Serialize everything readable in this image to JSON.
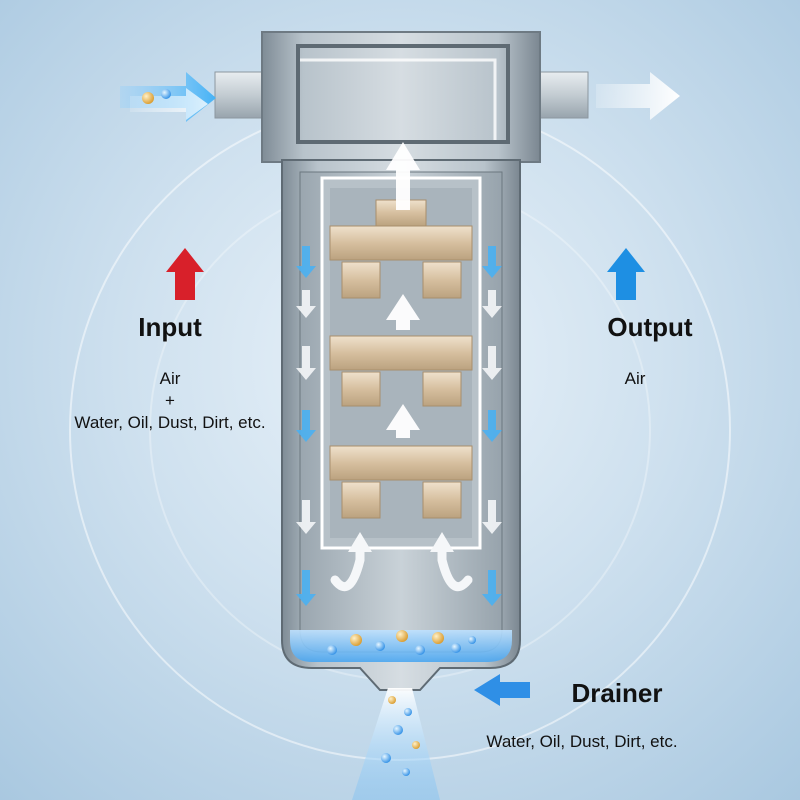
{
  "input": {
    "title": "Input",
    "line1": "Air",
    "line2": "+",
    "line3": "Water, Oil, Dust, Dirt, etc."
  },
  "output": {
    "title": "Output",
    "line1": "Air"
  },
  "drainer": {
    "title": "Drainer",
    "line1": "Water, Oil, Dust, Dirt, etc."
  },
  "colors": {
    "input_arrow": "#d8202a",
    "output_arrow": "#1e8fe3",
    "drainer_arrow": "#2f8fe6",
    "water": "#4aa6f0"
  }
}
